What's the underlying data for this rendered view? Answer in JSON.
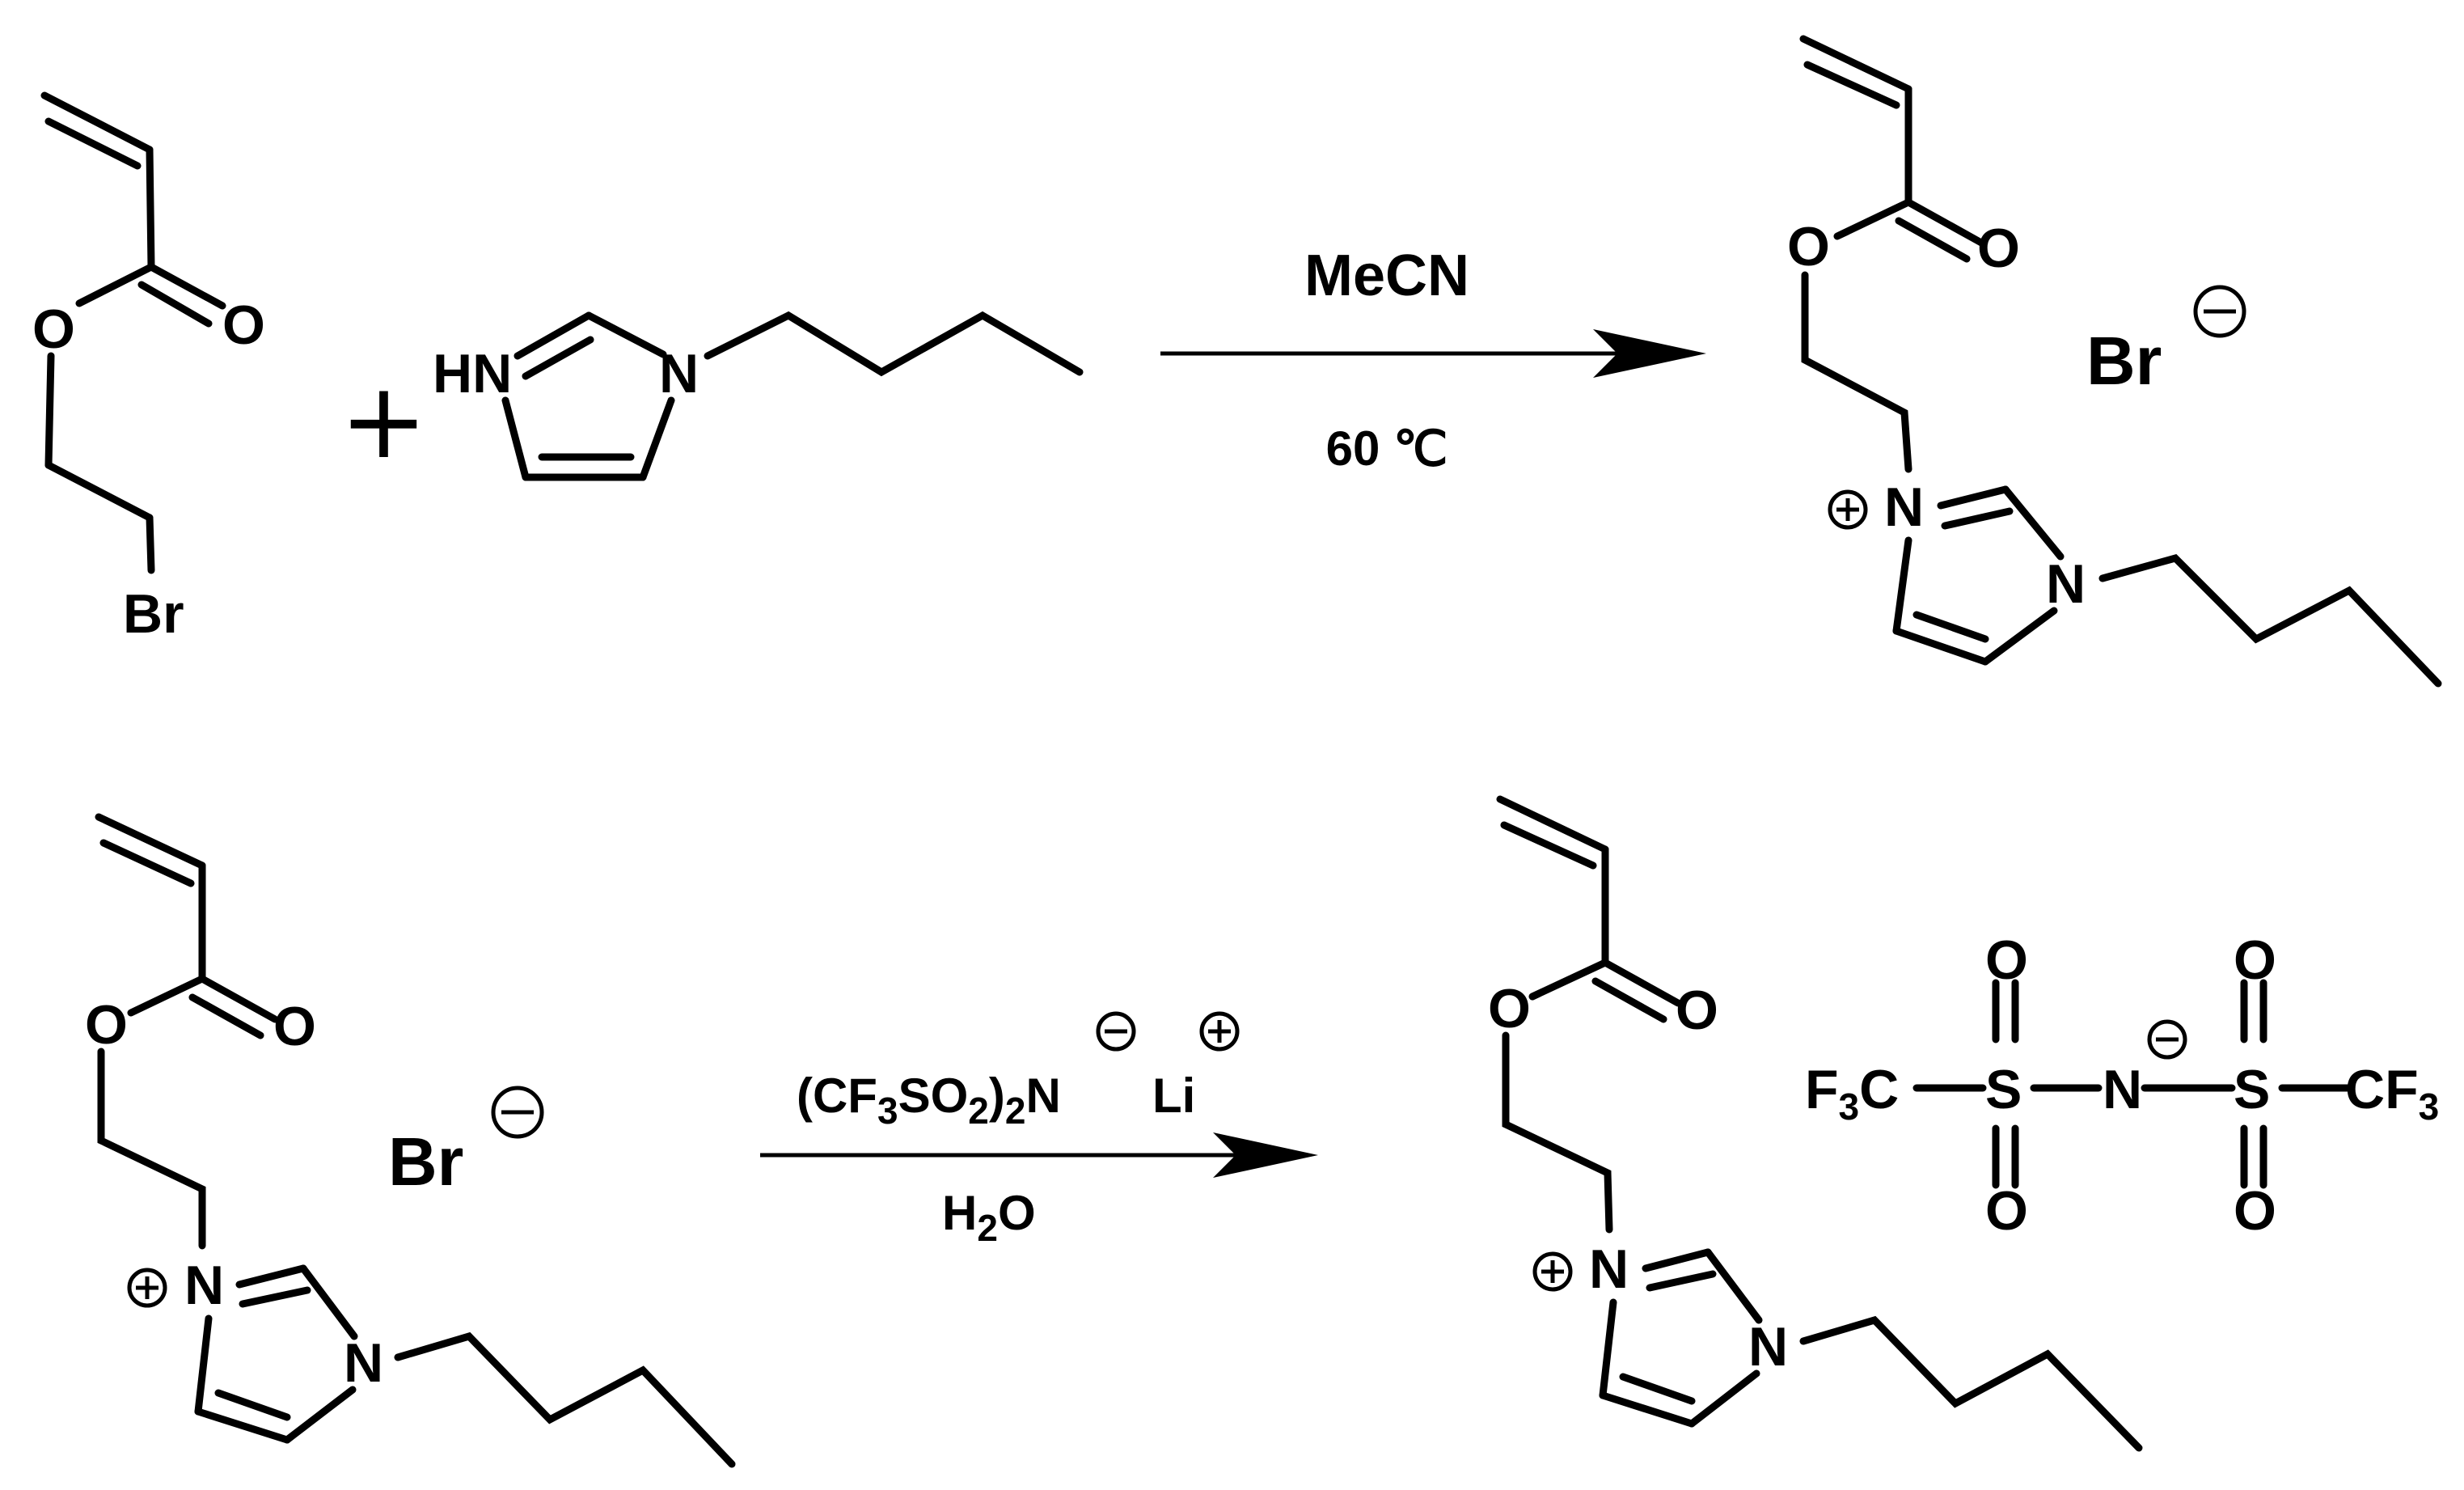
{
  "atoms": {
    "O": "O",
    "Br": "Br",
    "N": "N",
    "HN": "HN",
    "F": "F",
    "C": "C",
    "S": "S",
    "sub_3": "3",
    "sub_2": "2"
  },
  "reaction_1": {
    "plus": "+",
    "condition_top": "MeCN",
    "condition_bottom": "60 ℃",
    "counter_anion": "Br"
  },
  "reaction_2": {
    "reagent_paren_open": "(CF",
    "reagent_sub_3": "3",
    "reagent_so": "SO",
    "reagent_sub_2a": "2",
    "reagent_paren_close": ")",
    "reagent_sub_2b": "2",
    "reagent_n": "N",
    "reagent_li": "Li",
    "solvent_h": "H",
    "solvent_sub": "2",
    "solvent_o": "O",
    "counter_anion": "Br"
  },
  "charges": {
    "positive_symbol": "plus",
    "negative_symbol": "minus"
  },
  "colors": {
    "ink": "#000000",
    "background": "#ffffff"
  }
}
